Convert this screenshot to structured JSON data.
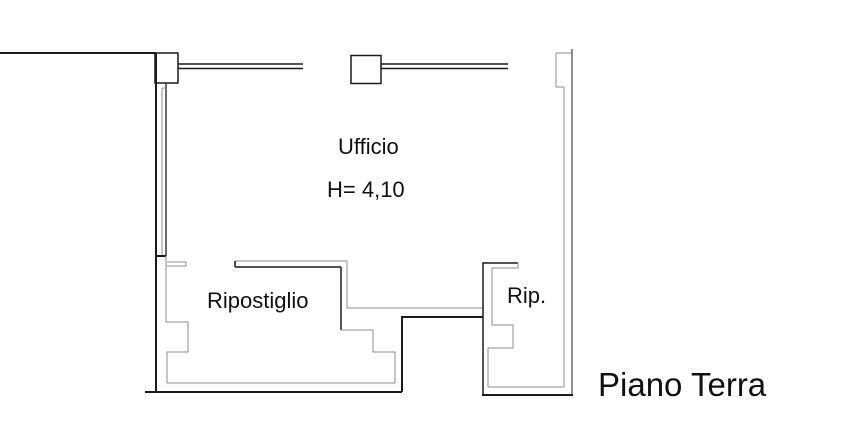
{
  "labels": {
    "office": "Ufficio",
    "office_height": "H= 4,10",
    "storage_large": "Ripostiglio",
    "storage_small": "Rip.",
    "floor": "Piano Terra"
  },
  "colors": {
    "wall_dark": "#1b1b1b",
    "wall_gray": "#8c8c8c",
    "wall_mid": "#555555",
    "text": "#111111",
    "background": "#ffffff"
  }
}
